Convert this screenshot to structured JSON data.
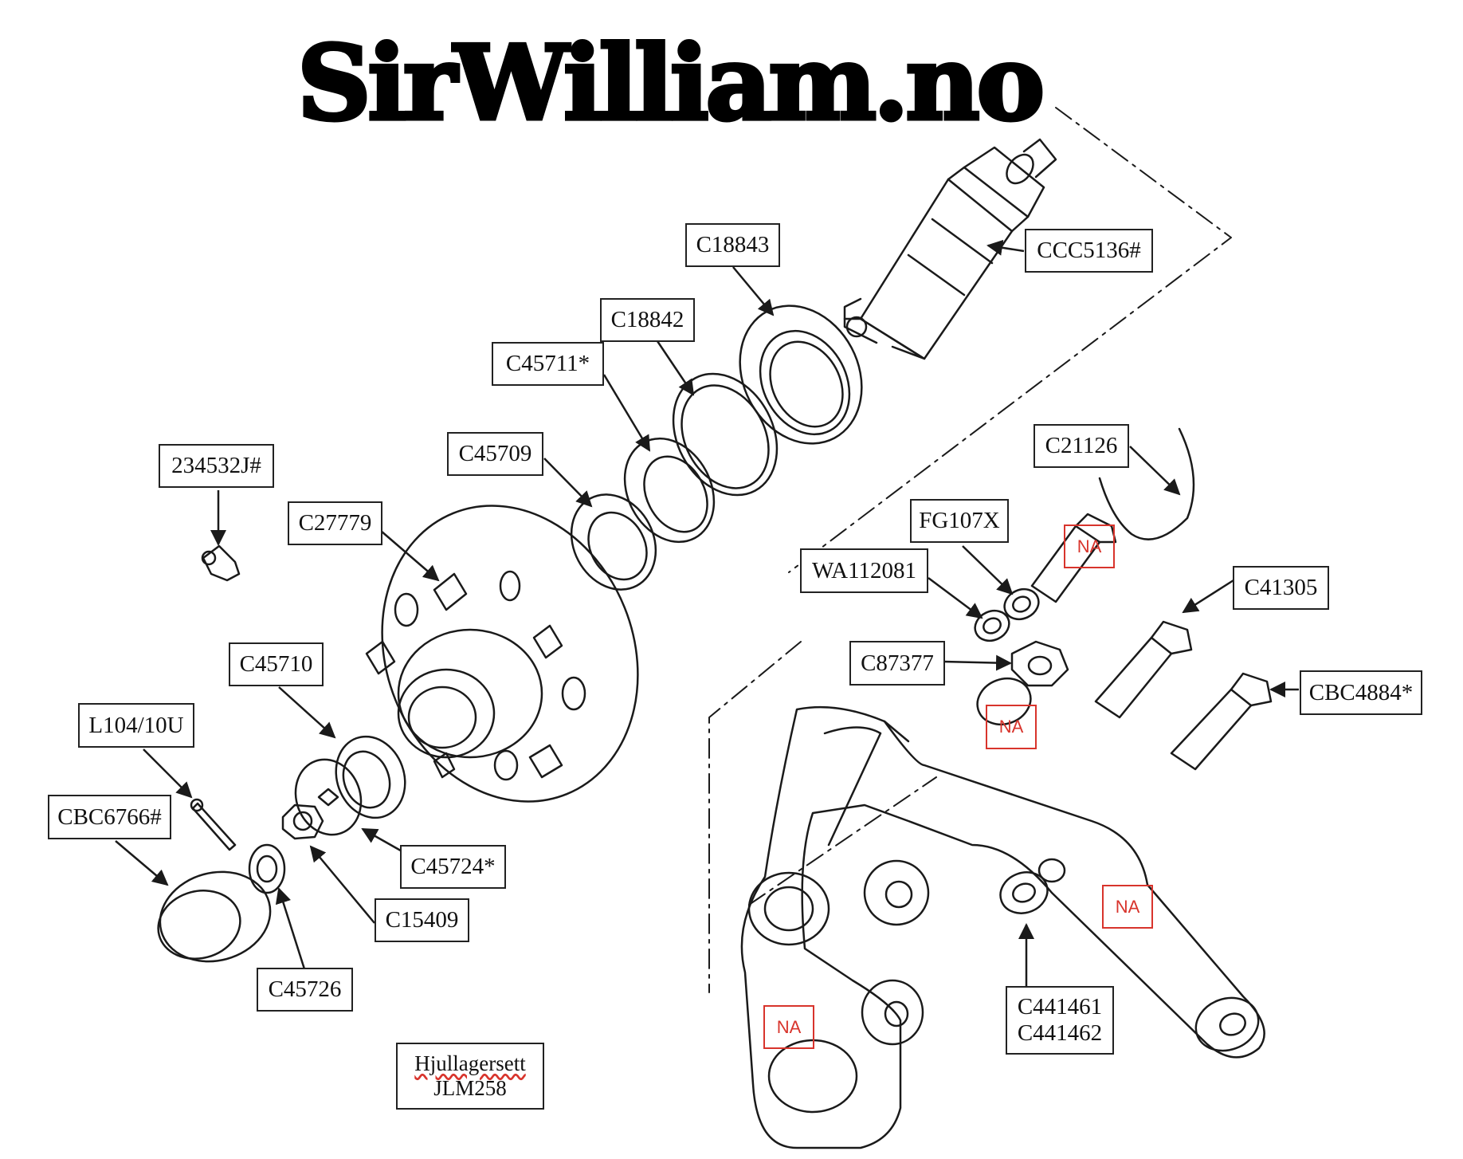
{
  "header": {
    "site_title": "SirWilliam.no"
  },
  "callouts": {
    "ccc5136": "CCC5136#",
    "c18843": "C18843",
    "c18842": "C18842",
    "c45711": "C45711*",
    "c45709": "C45709",
    "c27779": "C27779",
    "g234532j": "234532J#",
    "c45710": "C45710",
    "l104_10u": "L104/10U",
    "cbc6766": "CBC6766#",
    "c45724": "C45724*",
    "c15409": "C15409",
    "c45726": "C45726",
    "c21126": "C21126",
    "fg107x": "FG107X",
    "wa112081": "WA112081",
    "c41305": "C41305",
    "c87377": "C87377",
    "cbc4884": "CBC4884*",
    "c441461": "C441461",
    "c441462": "C441462"
  },
  "na_marker": "NA",
  "kit": {
    "name": "Hjullagersett",
    "part": "JLM258"
  },
  "colors": {
    "line": "#1a1a1a",
    "na_red": "#d8342c",
    "background": "#ffffff"
  }
}
